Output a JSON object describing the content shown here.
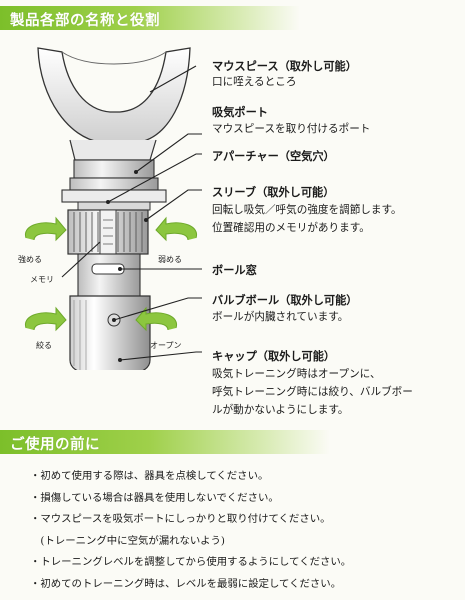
{
  "section1": {
    "title": "製品各部の名称と役割"
  },
  "parts": [
    {
      "name": "マウスピース（取外し可能）",
      "desc": [
        "口に咥えるところ"
      ]
    },
    {
      "name": "吸気ポート",
      "desc": [
        "マウスピースを取り付けるポート"
      ]
    },
    {
      "name": "アパーチャー（空気穴）",
      "desc": []
    },
    {
      "name": "スリーブ（取外し可能）",
      "desc": [
        "回転し吸気／呼気の強度を調節します。",
        "位置確認用のメモリがあります。"
      ]
    },
    {
      "name": "ボール窓",
      "desc": []
    },
    {
      "name": "バルブボール（取外し可能）",
      "desc": [
        "ボールが内臓されています。"
      ]
    },
    {
      "name": "キャップ（取外し可能）",
      "desc": [
        "吸気トレーニング時はオープンに、",
        "呼気トレーニング時には絞り、バルブボー",
        "ルが動かないようにします。"
      ]
    }
  ],
  "diagram_labels": {
    "stronger": "強める",
    "weaker": "弱める",
    "scale": "メモリ",
    "tighten": "絞る",
    "open": "オープン"
  },
  "colors": {
    "accent": "#7cbf2a",
    "arrow": "#8cc63f",
    "line": "#222222"
  },
  "section2": {
    "title": "ご使用の前に",
    "items": [
      "・初めて使用する際は、器具を点検してください。",
      "・損傷している場合は器具を使用しないでください。",
      "・マウスピースを吸気ポートにしっかりと取り付けてください。",
      "　(トレーニング中に空気が漏れないよう)",
      "・トレーニングレベルを調整してから使用するようにしてください。",
      "・初めてのトレーニング時は、レベルを最弱に設定してください。"
    ]
  }
}
